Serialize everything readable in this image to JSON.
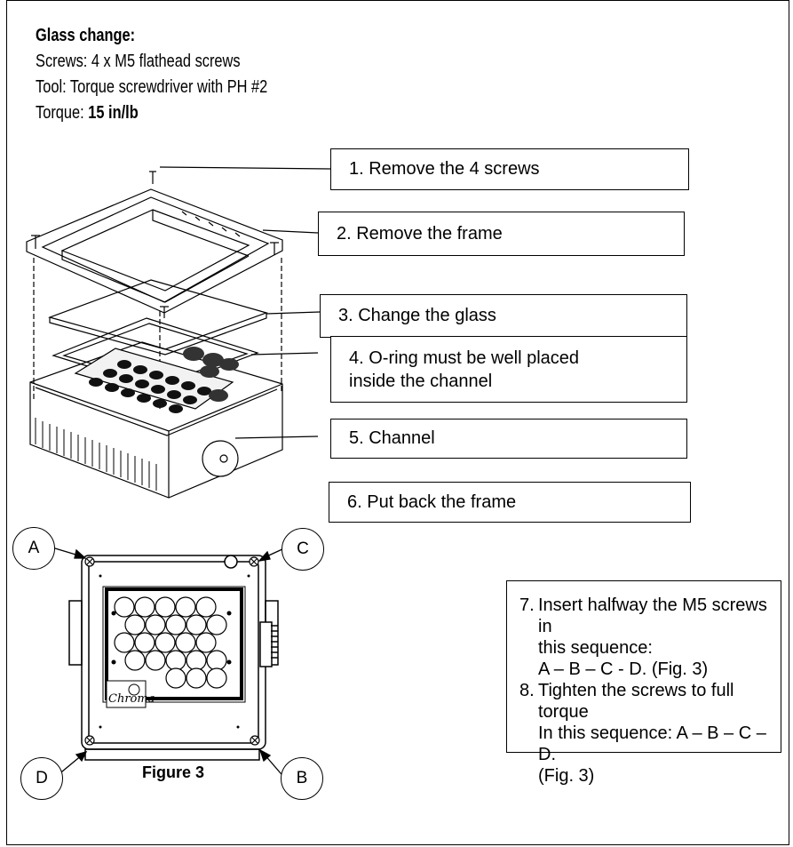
{
  "header": {
    "title": "Glass change:",
    "screws_line": "Screws: 4 x M5 flathead screws",
    "tool_line": "Tool: Torque screwdriver with PH #2",
    "torque_label": "Torque: ",
    "torque_value": "15 in/lb"
  },
  "steps": [
    {
      "text": "1. Remove the 4 screws"
    },
    {
      "text": "2. Remove the frame"
    },
    {
      "text": "3. Change the glass"
    },
    {
      "line1": "4. O-ring must be well placed",
      "line2": "inside the channel"
    },
    {
      "text": "5. Channel"
    },
    {
      "text": "6. Put back the frame"
    }
  ],
  "sequence_steps": [
    {
      "num": "7.",
      "lines": [
        "Insert halfway the M5 screws in",
        "this sequence:",
        "A – B – C - D. (Fig. 3)"
      ]
    },
    {
      "num": "8.",
      "lines": [
        "Tighten the screws to full torque",
        "In this sequence: A – B – C – D.",
        "(Fig. 3)"
      ]
    }
  ],
  "figure": {
    "caption": "Figure 3",
    "callouts": [
      "A",
      "B",
      "C",
      "D"
    ],
    "logo": "Chroma"
  },
  "colors": {
    "line": "#000000",
    "dark_gray": "#333333",
    "light_gray": "#d8d8d8"
  }
}
